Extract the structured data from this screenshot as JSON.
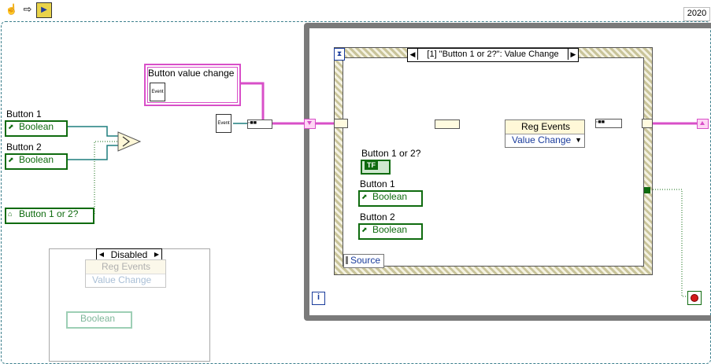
{
  "year": "2020",
  "toolbar": {
    "icons": [
      "hand-icon",
      "arrow-icon",
      "vi-icon"
    ]
  },
  "left_controls": {
    "button1_label": "Button 1",
    "button1_value": "Boolean",
    "button2_label": "Button 2",
    "button2_value": "Boolean",
    "ref_value": "Button 1 or 2?"
  },
  "user_event": {
    "label": "Button value change",
    "event_text": "Event"
  },
  "register_node_left": {
    "event_text": "Event"
  },
  "event_structure": {
    "case_label": "[1] \"Button 1 or 2?\": Value Change",
    "source_label": "Source",
    "iteration_label": "i"
  },
  "inner_controls": {
    "ref_label": "Button 1 or 2?",
    "tf_text": "TF",
    "button1_label": "Button 1",
    "button1_value": "Boolean",
    "button2_label": "Button 2",
    "button2_value": "Boolean"
  },
  "reg_events": {
    "title": "Reg Events",
    "event": "Value Change"
  },
  "disabled_block": {
    "selector": "Disabled",
    "reg_title": "Reg Events",
    "reg_event": "Value Change",
    "bool_value": "Boolean"
  },
  "colors": {
    "boolean_wire": "#0f6b0f",
    "ref_wire": "#1f7f7f",
    "event_wire": "#d84fc8",
    "loop_frame": "#7a7a7a"
  }
}
